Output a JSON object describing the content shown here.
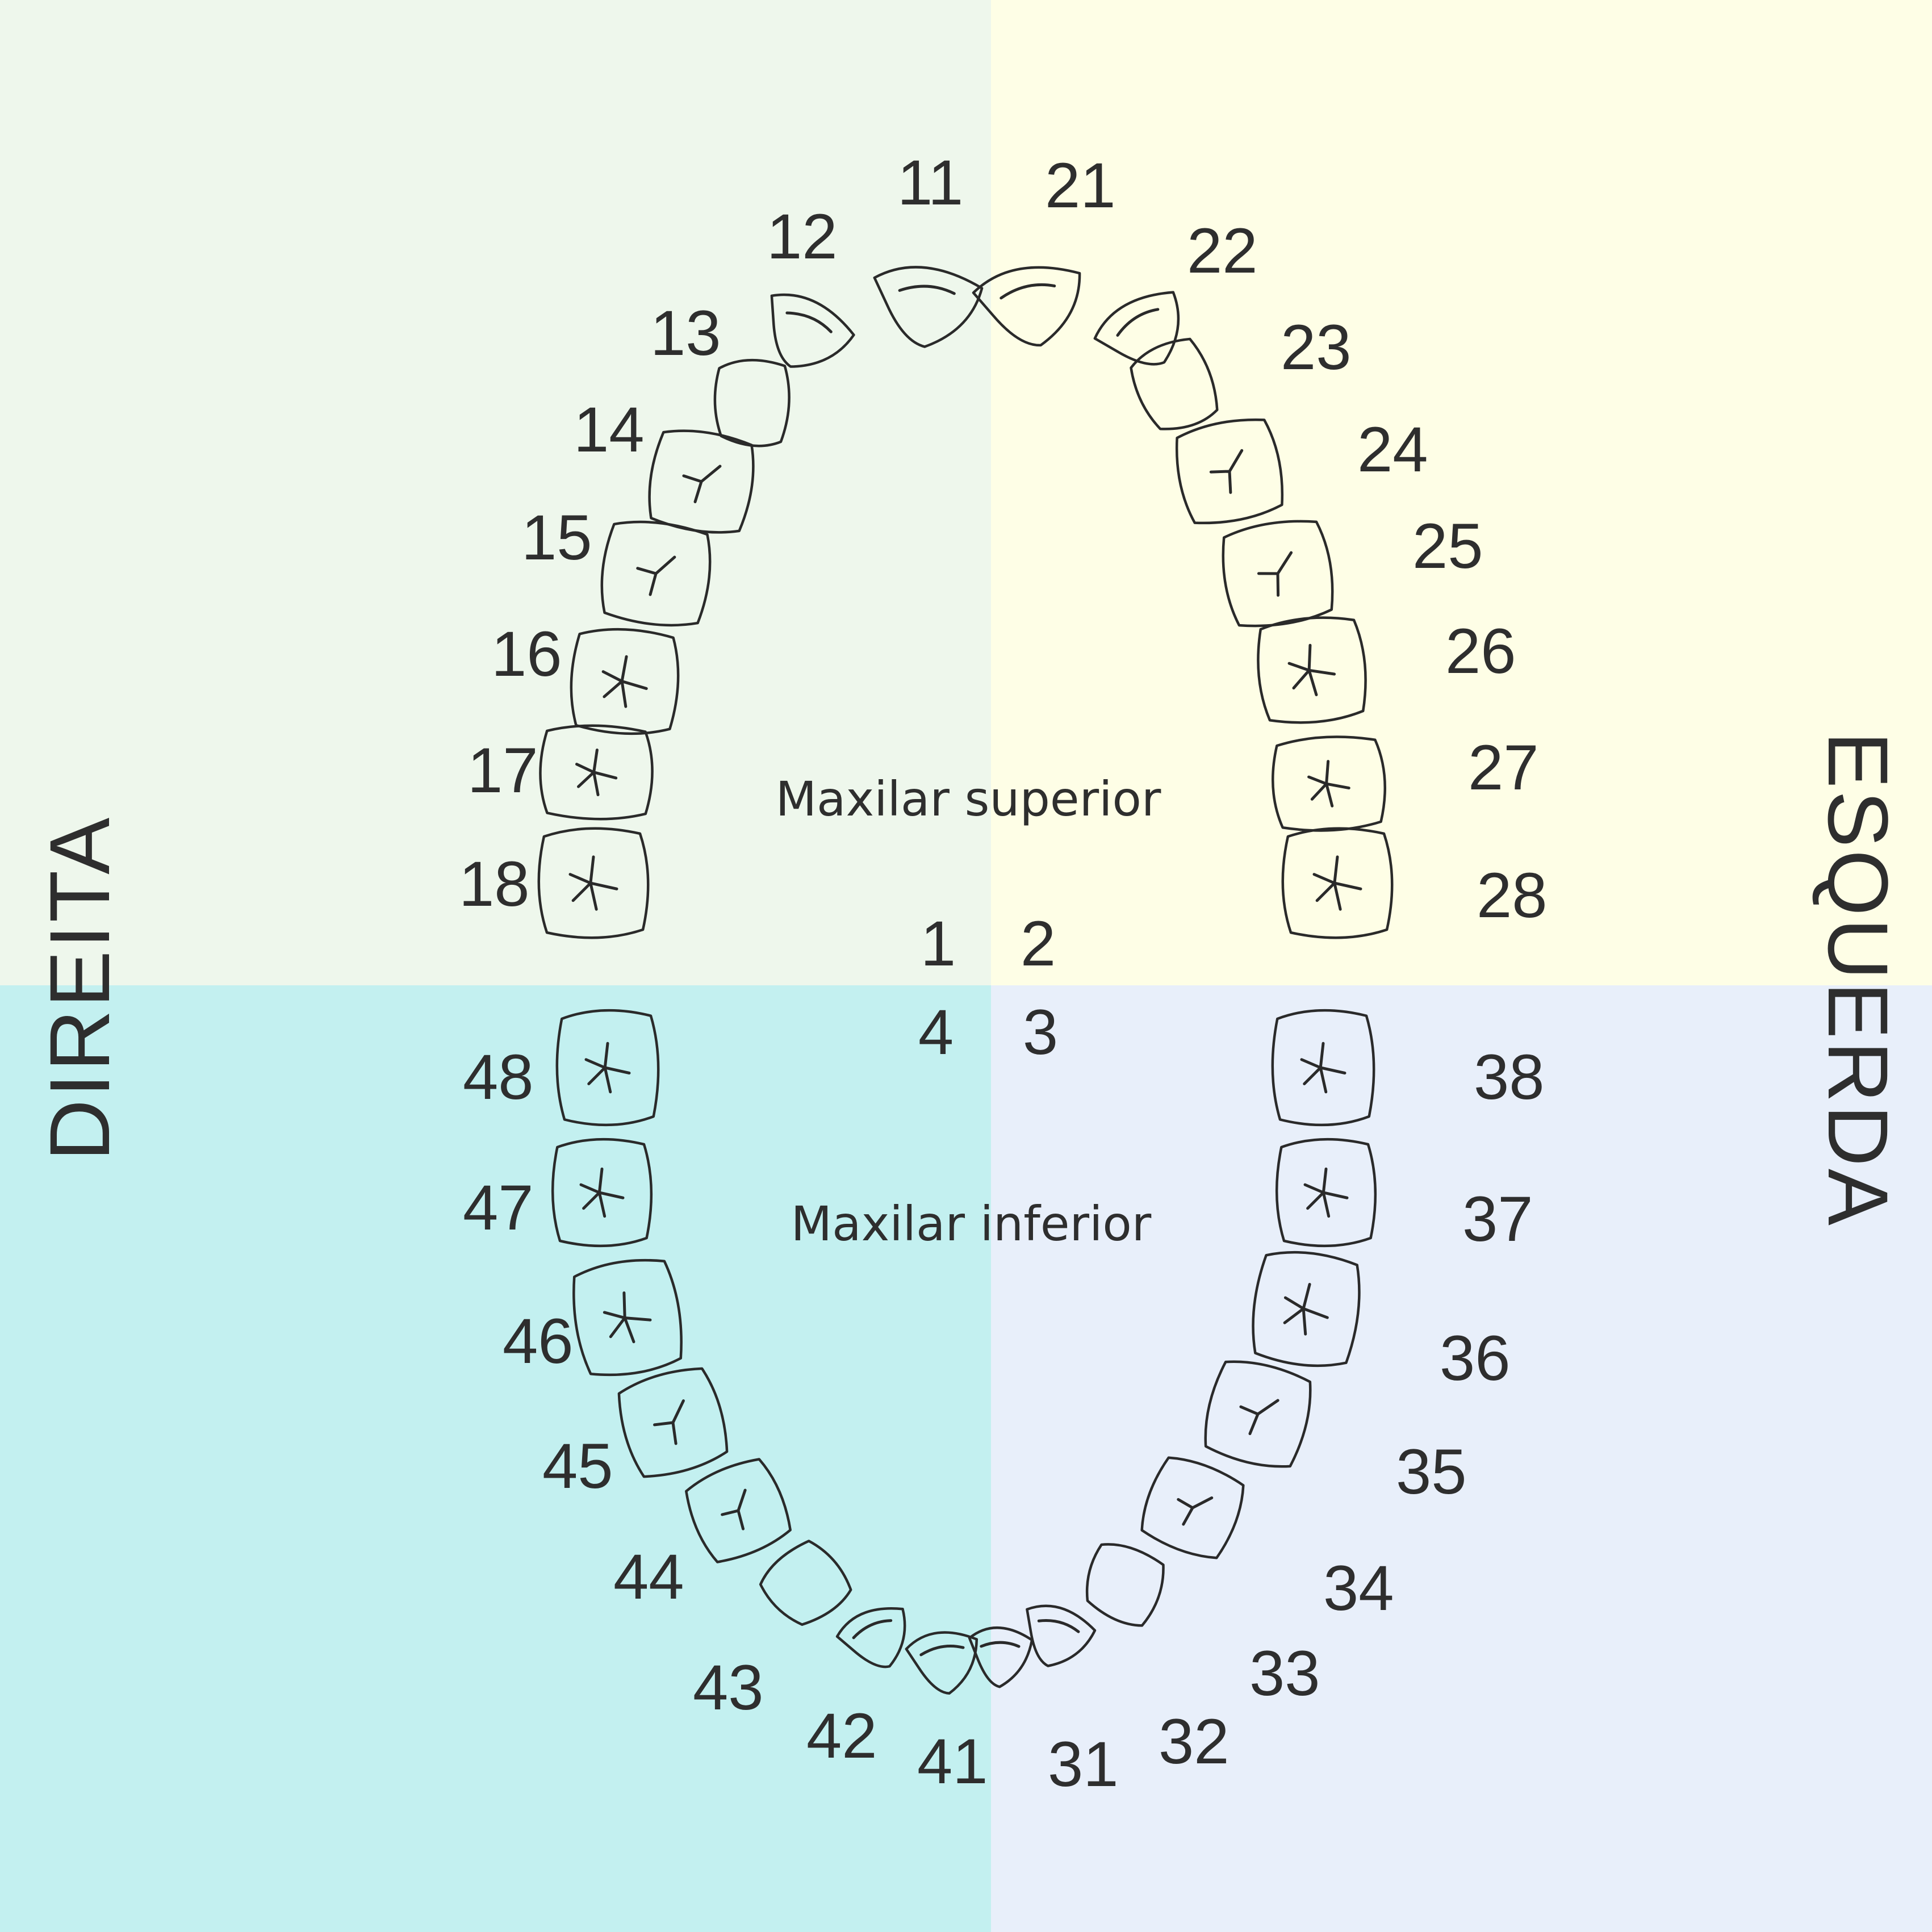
{
  "colors": {
    "upper_right": "#eef7ec",
    "upper_left": "#fefee6",
    "lower_right": "#c3f0f0",
    "lower_left": "#e8effa",
    "text": "#2e2e2e",
    "outline": "#2a2a2a"
  },
  "side_labels": {
    "right": "DIREITA",
    "left": "ESQUERDA"
  },
  "jaw_labels": {
    "upper": "Maxilar superior",
    "lower": "Maxilar inferior"
  },
  "quadrant_numbers": {
    "q1": "1",
    "q2": "2",
    "q3": "3",
    "q4": "4"
  },
  "teeth": {
    "upper_right": [
      "11",
      "12",
      "13",
      "14",
      "15",
      "16",
      "17",
      "18"
    ],
    "upper_left": [
      "21",
      "22",
      "23",
      "24",
      "25",
      "26",
      "27",
      "28"
    ],
    "lower_left": [
      "31",
      "32",
      "33",
      "34",
      "35",
      "36",
      "37",
      "38"
    ],
    "lower_right": [
      "41",
      "42",
      "43",
      "44",
      "45",
      "46",
      "47",
      "48"
    ]
  }
}
